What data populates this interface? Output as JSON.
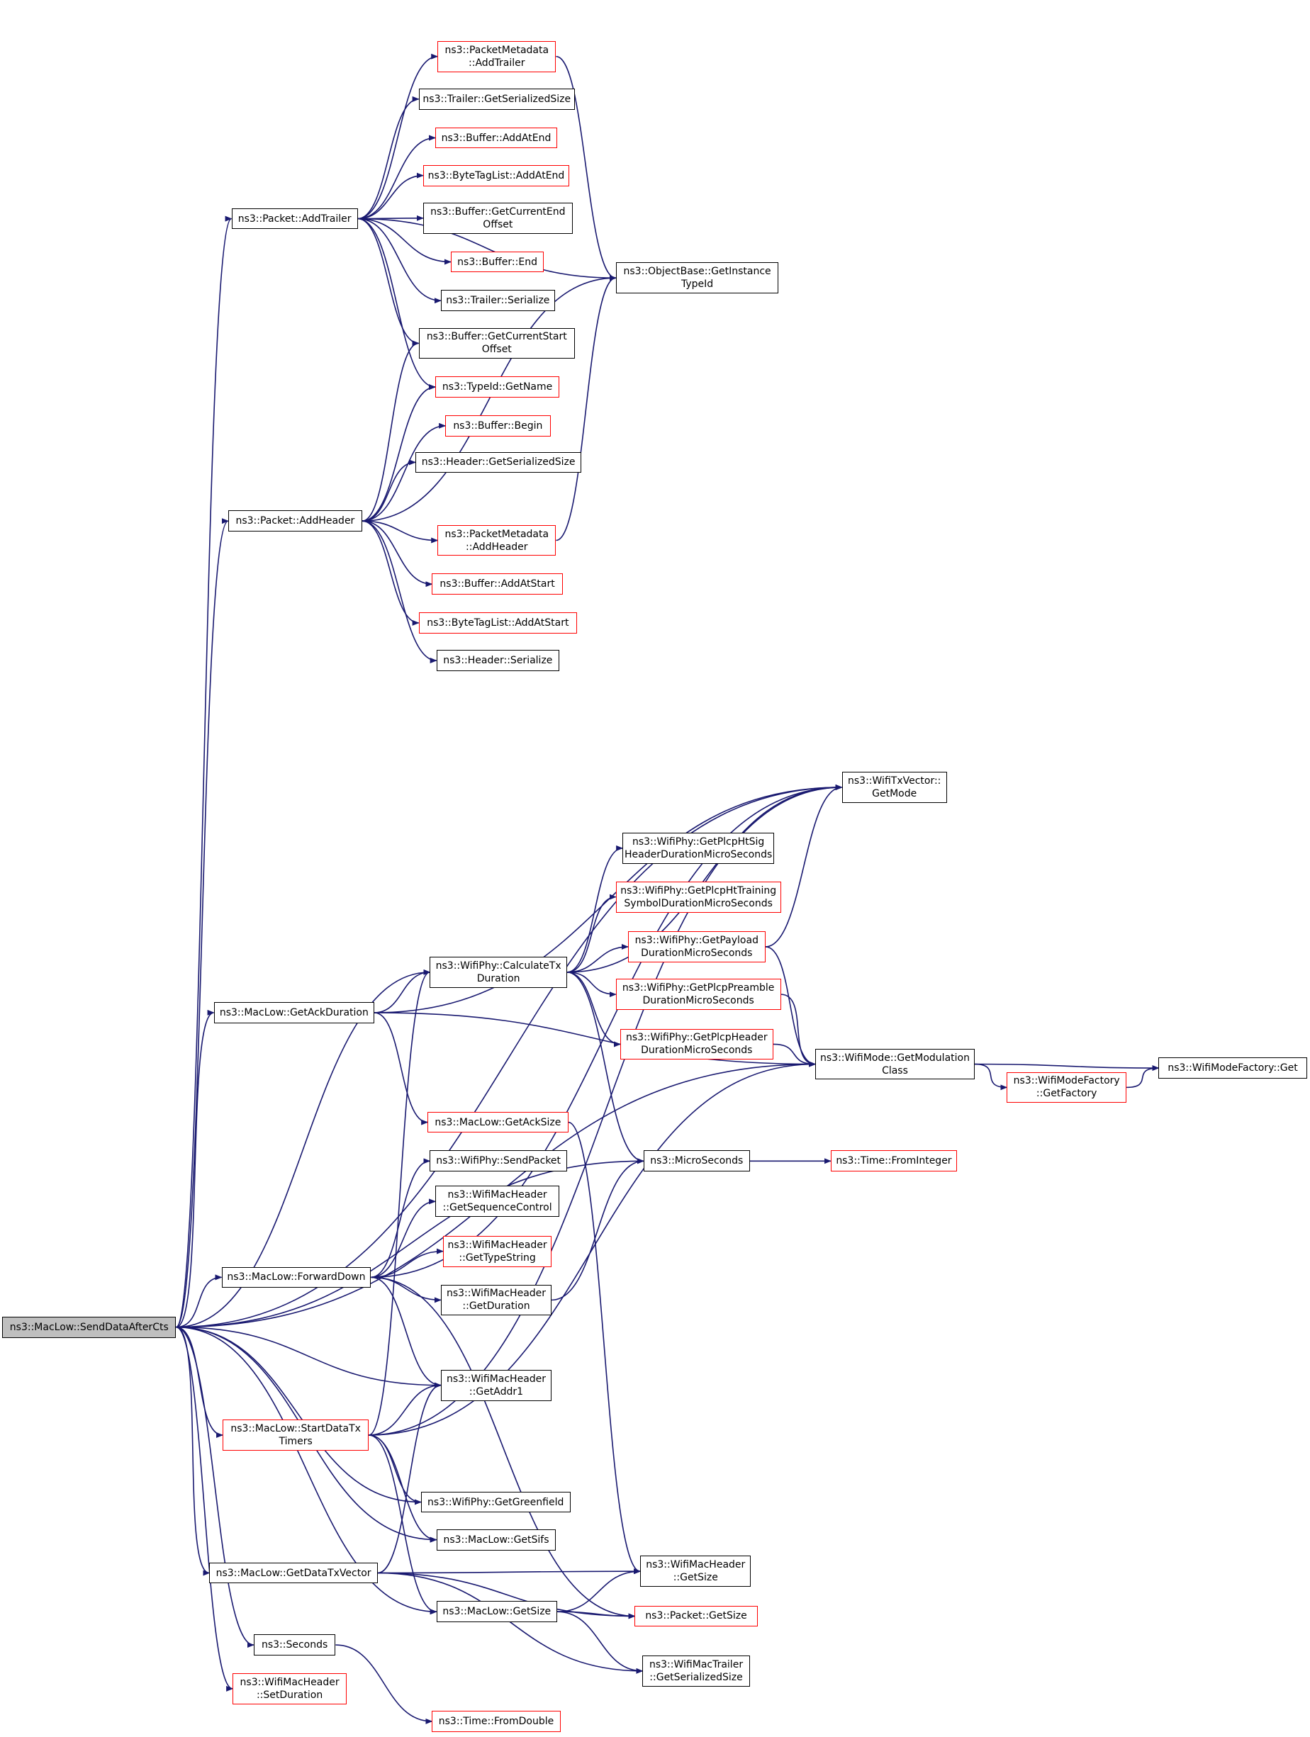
{
  "nodes": [
    {
      "id": "sendDataAfterCts",
      "label": "ns3::MacLow::SendDataAfterCts",
      "style": "root"
    },
    {
      "id": "packetAddTrailer",
      "label": "ns3::Packet::AddTrailer",
      "style": "normal"
    },
    {
      "id": "packetAddHeader",
      "label": "ns3::Packet::AddHeader",
      "style": "normal"
    },
    {
      "id": "pmAddTrailer",
      "label": "ns3::PacketMetadata\n::AddTrailer",
      "style": "red"
    },
    {
      "id": "trailerGetSerializedSize",
      "label": "ns3::Trailer::GetSerializedSize",
      "style": "normal"
    },
    {
      "id": "bufferAddAtEnd",
      "label": "ns3::Buffer::AddAtEnd",
      "style": "red"
    },
    {
      "id": "btlAddAtEnd",
      "label": "ns3::ByteTagList::AddAtEnd",
      "style": "red"
    },
    {
      "id": "bufferGetCurrentEndOffset",
      "label": "ns3::Buffer::GetCurrentEnd\nOffset",
      "style": "normal"
    },
    {
      "id": "bufferEnd",
      "label": "ns3::Buffer::End",
      "style": "red"
    },
    {
      "id": "trailerSerialize",
      "label": "ns3::Trailer::Serialize",
      "style": "normal"
    },
    {
      "id": "bufferGetCurrentStartOffset",
      "label": "ns3::Buffer::GetCurrentStart\nOffset",
      "style": "normal"
    },
    {
      "id": "typeIdGetName",
      "label": "ns3::TypeId::GetName",
      "style": "red"
    },
    {
      "id": "bufferBegin",
      "label": "ns3::Buffer::Begin",
      "style": "red"
    },
    {
      "id": "headerGetSerializedSize",
      "label": "ns3::Header::GetSerializedSize",
      "style": "normal"
    },
    {
      "id": "pmAddHeader",
      "label": "ns3::PacketMetadata\n::AddHeader",
      "style": "red"
    },
    {
      "id": "bufferAddAtStart",
      "label": "ns3::Buffer::AddAtStart",
      "style": "red"
    },
    {
      "id": "btlAddAtStart",
      "label": "ns3::ByteTagList::AddAtStart",
      "style": "red"
    },
    {
      "id": "headerSerialize",
      "label": "ns3::Header::Serialize",
      "style": "normal"
    },
    {
      "id": "objectBaseGetInstanceTypeId",
      "label": "ns3::ObjectBase::GetInstance\nTypeId",
      "style": "normal"
    },
    {
      "id": "wifiTxVectorGetMode",
      "label": "ns3::WifiTxVector::\nGetMode",
      "style": "normal"
    },
    {
      "id": "getPlcpHtSig",
      "label": "ns3::WifiPhy::GetPlcpHtSig\nHeaderDurationMicroSeconds",
      "style": "normal"
    },
    {
      "id": "getPlcpHtTraining",
      "label": "ns3::WifiPhy::GetPlcpHtTraining\nSymbolDurationMicroSeconds",
      "style": "red"
    },
    {
      "id": "getPayloadDuration",
      "label": "ns3::WifiPhy::GetPayload\nDurationMicroSeconds",
      "style": "red"
    },
    {
      "id": "calculateTxDuration",
      "label": "ns3::WifiPhy::CalculateTx\nDuration",
      "style": "normal"
    },
    {
      "id": "getPlcpPreamble",
      "label": "ns3::WifiPhy::GetPlcpPreamble\nDurationMicroSeconds",
      "style": "red"
    },
    {
      "id": "getPlcpHeader",
      "label": "ns3::WifiPhy::GetPlcpHeader\nDurationMicroSeconds",
      "style": "red"
    },
    {
      "id": "getAckDuration",
      "label": "ns3::MacLow::GetAckDuration",
      "style": "normal"
    },
    {
      "id": "getModulationClass",
      "label": "ns3::WifiMode::GetModulation\nClass",
      "style": "normal"
    },
    {
      "id": "wifiModeFactoryGet",
      "label": "ns3::WifiModeFactory::Get",
      "style": "normal"
    },
    {
      "id": "wifiModeFactoryGetFactory",
      "label": "ns3::WifiModeFactory\n::GetFactory",
      "style": "red"
    },
    {
      "id": "getAckSize",
      "label": "ns3::MacLow::GetAckSize",
      "style": "red"
    },
    {
      "id": "microSeconds",
      "label": "ns3::MicroSeconds",
      "style": "normal"
    },
    {
      "id": "timeFromInteger",
      "label": "ns3::Time::FromInteger",
      "style": "red"
    },
    {
      "id": "wifiPhySendPacket",
      "label": "ns3::WifiPhy::SendPacket",
      "style": "normal"
    },
    {
      "id": "getSequenceControl",
      "label": "ns3::WifiMacHeader\n::GetSequenceControl",
      "style": "normal"
    },
    {
      "id": "getTypeString",
      "label": "ns3::WifiMacHeader\n::GetTypeString",
      "style": "red"
    },
    {
      "id": "forwardDown",
      "label": "ns3::MacLow::ForwardDown",
      "style": "normal"
    },
    {
      "id": "wmhGetDuration",
      "label": "ns3::WifiMacHeader\n::GetDuration",
      "style": "normal"
    },
    {
      "id": "getAddr1",
      "label": "ns3::WifiMacHeader\n::GetAddr1",
      "style": "normal"
    },
    {
      "id": "startDataTxTimers",
      "label": "ns3::MacLow::StartDataTx\nTimers",
      "style": "red"
    },
    {
      "id": "getGreenfield",
      "label": "ns3::WifiPhy::GetGreenfield",
      "style": "normal"
    },
    {
      "id": "getSifs",
      "label": "ns3::MacLow::GetSifs",
      "style": "normal"
    },
    {
      "id": "getDataTxVector",
      "label": "ns3::MacLow::GetDataTxVector",
      "style": "normal"
    },
    {
      "id": "wmhGetSize",
      "label": "ns3::WifiMacHeader\n::GetSize",
      "style": "normal"
    },
    {
      "id": "macLowGetSize",
      "label": "ns3::MacLow::GetSize",
      "style": "normal"
    },
    {
      "id": "packetGetSize",
      "label": "ns3::Packet::GetSize",
      "style": "red"
    },
    {
      "id": "seconds",
      "label": "ns3::Seconds",
      "style": "normal"
    },
    {
      "id": "wmtGetSerializedSize",
      "label": "ns3::WifiMacTrailer\n::GetSerializedSize",
      "style": "normal"
    },
    {
      "id": "setDuration",
      "label": "ns3::WifiMacHeader\n::SetDuration",
      "style": "red"
    },
    {
      "id": "timeFromDouble",
      "label": "ns3::Time::FromDouble",
      "style": "red"
    }
  ],
  "edges": [
    [
      "sendDataAfterCts",
      "packetAddTrailer"
    ],
    [
      "sendDataAfterCts",
      "packetAddHeader"
    ],
    [
      "sendDataAfterCts",
      "wifiTxVectorGetMode"
    ],
    [
      "sendDataAfterCts",
      "calculateTxDuration"
    ],
    [
      "sendDataAfterCts",
      "getAckDuration"
    ],
    [
      "sendDataAfterCts",
      "getModulationClass"
    ],
    [
      "sendDataAfterCts",
      "microSeconds"
    ],
    [
      "sendDataAfterCts",
      "forwardDown"
    ],
    [
      "sendDataAfterCts",
      "getAddr1"
    ],
    [
      "sendDataAfterCts",
      "startDataTxTimers"
    ],
    [
      "sendDataAfterCts",
      "getGreenfield"
    ],
    [
      "sendDataAfterCts",
      "getSifs"
    ],
    [
      "sendDataAfterCts",
      "getDataTxVector"
    ],
    [
      "sendDataAfterCts",
      "macLowGetSize"
    ],
    [
      "sendDataAfterCts",
      "seconds"
    ],
    [
      "sendDataAfterCts",
      "setDuration"
    ],
    [
      "packetAddTrailer",
      "pmAddTrailer"
    ],
    [
      "packetAddTrailer",
      "trailerGetSerializedSize"
    ],
    [
      "packetAddTrailer",
      "bufferAddAtEnd"
    ],
    [
      "packetAddTrailer",
      "btlAddAtEnd"
    ],
    [
      "packetAddTrailer",
      "bufferGetCurrentEndOffset"
    ],
    [
      "packetAddTrailer",
      "bufferEnd"
    ],
    [
      "packetAddTrailer",
      "trailerSerialize"
    ],
    [
      "packetAddTrailer",
      "bufferGetCurrentStartOffset"
    ],
    [
      "packetAddTrailer",
      "typeIdGetName"
    ],
    [
      "packetAddTrailer",
      "objectBaseGetInstanceTypeId"
    ],
    [
      "packetAddHeader",
      "bufferGetCurrentStartOffset"
    ],
    [
      "packetAddHeader",
      "typeIdGetName"
    ],
    [
      "packetAddHeader",
      "bufferBegin"
    ],
    [
      "packetAddHeader",
      "headerGetSerializedSize"
    ],
    [
      "packetAddHeader",
      "objectBaseGetInstanceTypeId"
    ],
    [
      "packetAddHeader",
      "pmAddHeader"
    ],
    [
      "packetAddHeader",
      "bufferAddAtStart"
    ],
    [
      "packetAddHeader",
      "btlAddAtStart"
    ],
    [
      "packetAddHeader",
      "headerSerialize"
    ],
    [
      "pmAddTrailer",
      "objectBaseGetInstanceTypeId"
    ],
    [
      "pmAddHeader",
      "objectBaseGetInstanceTypeId"
    ],
    [
      "calculateTxDuration",
      "wifiTxVectorGetMode"
    ],
    [
      "calculateTxDuration",
      "getPlcpHtSig"
    ],
    [
      "calculateTxDuration",
      "getPlcpHtTraining"
    ],
    [
      "calculateTxDuration",
      "getPayloadDuration"
    ],
    [
      "calculateTxDuration",
      "getPlcpPreamble"
    ],
    [
      "calculateTxDuration",
      "getPlcpHeader"
    ],
    [
      "calculateTxDuration",
      "microSeconds"
    ],
    [
      "getPayloadDuration",
      "wifiTxVectorGetMode"
    ],
    [
      "getPayloadDuration",
      "getModulationClass"
    ],
    [
      "getPlcpPreamble",
      "getModulationClass"
    ],
    [
      "getPlcpHeader",
      "getModulationClass"
    ],
    [
      "getAckDuration",
      "wifiTxVectorGetMode"
    ],
    [
      "getAckDuration",
      "calculateTxDuration"
    ],
    [
      "getAckDuration",
      "getModulationClass"
    ],
    [
      "getAckDuration",
      "getAckSize"
    ],
    [
      "getModulationClass",
      "wifiModeFactoryGet"
    ],
    [
      "getModulationClass",
      "wifiModeFactoryGetFactory"
    ],
    [
      "wifiModeFactoryGetFactory",
      "wifiModeFactoryGet"
    ],
    [
      "getAckSize",
      "wmhGetSize"
    ],
    [
      "microSeconds",
      "timeFromInteger"
    ],
    [
      "forwardDown",
      "wifiTxVectorGetMode"
    ],
    [
      "forwardDown",
      "wifiPhySendPacket"
    ],
    [
      "forwardDown",
      "getSequenceControl"
    ],
    [
      "forwardDown",
      "getTypeString"
    ],
    [
      "forwardDown",
      "wmhGetDuration"
    ],
    [
      "forwardDown",
      "getAddr1"
    ],
    [
      "forwardDown",
      "packetGetSize"
    ],
    [
      "wmhGetDuration",
      "microSeconds"
    ],
    [
      "startDataTxTimers",
      "calculateTxDuration"
    ],
    [
      "startDataTxTimers",
      "getAddr1"
    ],
    [
      "startDataTxTimers",
      "wifiTxVectorGetMode"
    ],
    [
      "startDataTxTimers",
      "getModulationClass"
    ],
    [
      "startDataTxTimers",
      "getGreenfield"
    ],
    [
      "startDataTxTimers",
      "getSifs"
    ],
    [
      "startDataTxTimers",
      "macLowGetSize"
    ],
    [
      "getDataTxVector",
      "getAddr1"
    ],
    [
      "getDataTxVector",
      "wmhGetSize"
    ],
    [
      "getDataTxVector",
      "packetGetSize"
    ],
    [
      "getDataTxVector",
      "wmtGetSerializedSize"
    ],
    [
      "macLowGetSize",
      "wmhGetSize"
    ],
    [
      "macLowGetSize",
      "packetGetSize"
    ],
    [
      "macLowGetSize",
      "wmtGetSerializedSize"
    ],
    [
      "seconds",
      "timeFromDouble"
    ]
  ]
}
